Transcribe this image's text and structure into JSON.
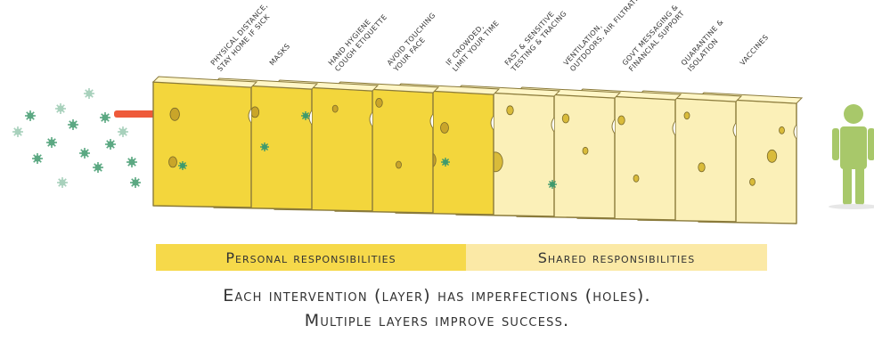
{
  "layers": [
    {
      "label_line1": "Physical distance,",
      "label_line2": "stay home if sick",
      "tone": "personal"
    },
    {
      "label_line1": "Masks",
      "label_line2": "",
      "tone": "personal"
    },
    {
      "label_line1": "Hand hygiene",
      "label_line2": "cough etiquette",
      "tone": "personal"
    },
    {
      "label_line1": "Avoid touching",
      "label_line2": "your face",
      "tone": "personal"
    },
    {
      "label_line1": "If crowded,",
      "label_line2": "limit your time",
      "tone": "personal"
    },
    {
      "label_line1": "Fast & sensitive",
      "label_line2": "testing & tracing",
      "tone": "shared"
    },
    {
      "label_line1": "Ventilation,",
      "label_line2": "outdoors, air filtration",
      "tone": "shared"
    },
    {
      "label_line1": "Govt messaging &",
      "label_line2": "financial support",
      "tone": "shared"
    },
    {
      "label_line1": "Quarantine &",
      "label_line2": "isolation",
      "tone": "shared"
    },
    {
      "label_line1": "Vaccines",
      "label_line2": "",
      "tone": "shared"
    }
  ],
  "groups": {
    "personal_label": "Personal responsibilities",
    "shared_label": "Shared responsibilities"
  },
  "caption": {
    "line1": "Each intervention (layer) has imperfections (holes).",
    "line2": "Multiple layers improve success."
  },
  "colors": {
    "personal_cheese": "#f3d63c",
    "shared_cheese": "#fbf0b8",
    "hole": "#c9a52a",
    "virus": "#3f9a6d",
    "arrow": "#ee5a3a",
    "person": "#a8c86a"
  },
  "icons": {
    "virus": "virus-particle-icon",
    "person": "person-icon",
    "arrow": "virus-path-arrow"
  }
}
